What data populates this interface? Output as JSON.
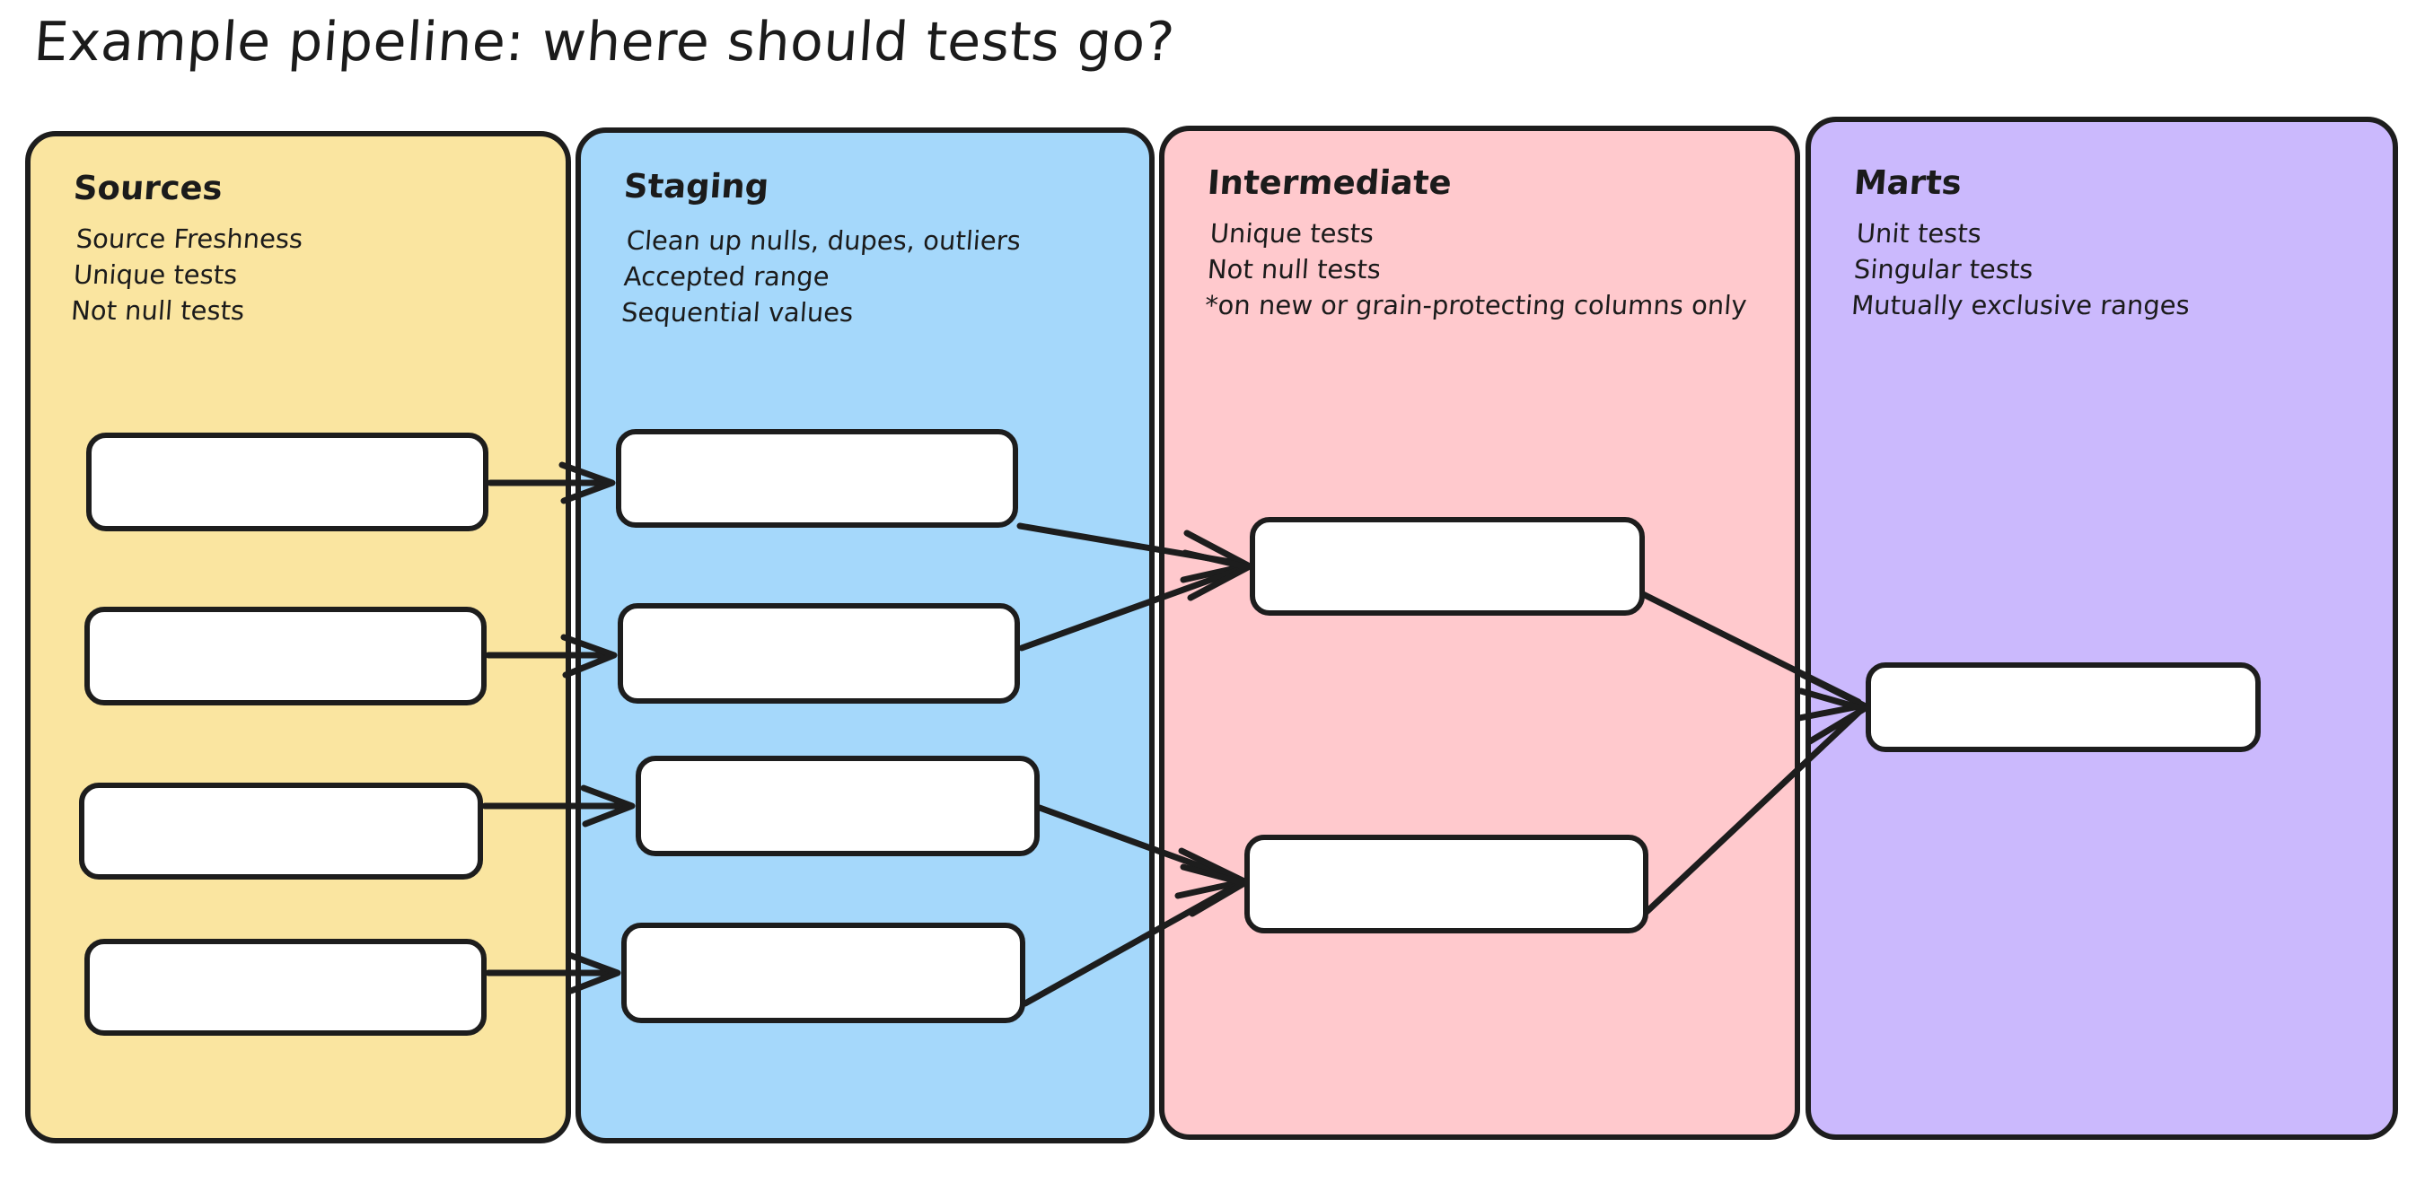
{
  "title": "Example pipeline: where should tests go?",
  "lanes": [
    {
      "key": "sources",
      "header": "Sources",
      "color": "#FAE5A0",
      "items": [
        "Source Freshness",
        "Unique tests",
        "Not null tests"
      ],
      "nodes": [
        "",
        "",
        "",
        ""
      ]
    },
    {
      "key": "staging",
      "header": "Staging",
      "color": "#A5D8FB",
      "items": [
        "Clean up nulls, dupes, outliers",
        "Accepted range",
        "Sequential values"
      ],
      "nodes": [
        "",
        "",
        "",
        ""
      ]
    },
    {
      "key": "intermediate",
      "header": "Intermediate",
      "color": "#FFC9CD",
      "items": [
        "Unique tests",
        "Not null tests",
        "*on new or grain-protecting columns only"
      ],
      "nodes": [
        "",
        ""
      ]
    },
    {
      "key": "marts",
      "header": "Marts",
      "color": "#CBB9FD",
      "items": [
        "Unit tests",
        "Singular tests",
        "Mutually exclusive ranges"
      ],
      "nodes": [
        ""
      ]
    }
  ],
  "edges": [
    {
      "from": "src-1",
      "to": "stg-1"
    },
    {
      "from": "src-2",
      "to": "stg-2"
    },
    {
      "from": "src-3",
      "to": "stg-3"
    },
    {
      "from": "src-4",
      "to": "stg-4"
    },
    {
      "from": "stg-1",
      "to": "int-1"
    },
    {
      "from": "stg-2",
      "to": "int-1"
    },
    {
      "from": "stg-3",
      "to": "int-2"
    },
    {
      "from": "stg-4",
      "to": "int-2"
    },
    {
      "from": "int-1",
      "to": "mart-1"
    },
    {
      "from": "int-2",
      "to": "mart-1"
    }
  ],
  "style": {
    "stroke": "#1d1d1d",
    "node_fill": "#ffffff",
    "background": "#ffffff"
  }
}
